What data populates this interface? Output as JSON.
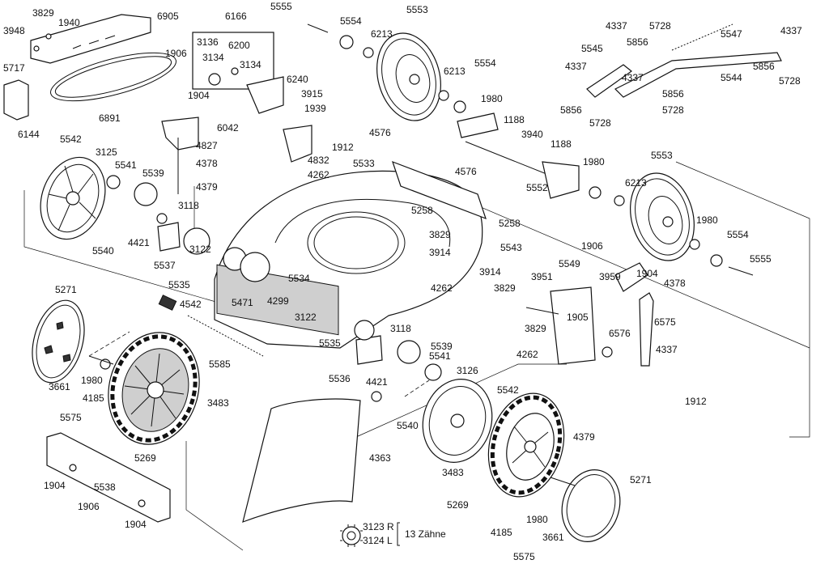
{
  "gear_note": {
    "right_label": "3123 R",
    "left_label": "3124 L",
    "teeth_text": "13 Zähne"
  },
  "callouts": [
    "3829",
    "1940",
    "6905",
    "3948",
    "5717",
    "6144",
    "6891",
    "1906",
    "1904",
    "3136",
    "3134",
    "6200",
    "3134",
    "6166",
    "6240",
    "3915",
    "1939",
    "6042",
    "4827",
    "4378",
    "4379",
    "1912",
    "4832",
    "4262",
    "5555",
    "5554",
    "6213",
    "5553",
    "6213",
    "5554",
    "1980",
    "1188",
    "4576",
    "3940",
    "1188",
    "5552",
    "4337",
    "5545",
    "5856",
    "5728",
    "5547",
    "4337",
    "4337",
    "4337",
    "5544",
    "5856",
    "5728",
    "5856",
    "5856",
    "5728",
    "5728",
    "5542",
    "3125",
    "5541",
    "5539",
    "3118",
    "5540",
    "4421",
    "5537",
    "5535",
    "3122",
    "5533",
    "5258",
    "4576",
    "5258",
    "3829",
    "3914",
    "5534",
    "5471",
    "4299",
    "4542",
    "3122",
    "5585",
    "5535",
    "3118",
    "5539",
    "5541",
    "3126",
    "5536",
    "4421",
    "5540",
    "5542",
    "3483",
    "5269",
    "4185",
    "1980",
    "3661",
    "5575",
    "5271",
    "5271",
    "3661",
    "1980",
    "4185",
    "5575",
    "5269",
    "3483",
    "5543",
    "4262",
    "3914",
    "3829",
    "3951",
    "3829",
    "4262",
    "5549",
    "3959",
    "1905",
    "1906",
    "1904",
    "4378",
    "6575",
    "6576",
    "4337",
    "1912",
    "4379",
    "4363",
    "1904",
    "5538",
    "1906",
    "1904",
    "1980",
    "6213",
    "5553",
    "1980",
    "5554",
    "5555"
  ]
}
